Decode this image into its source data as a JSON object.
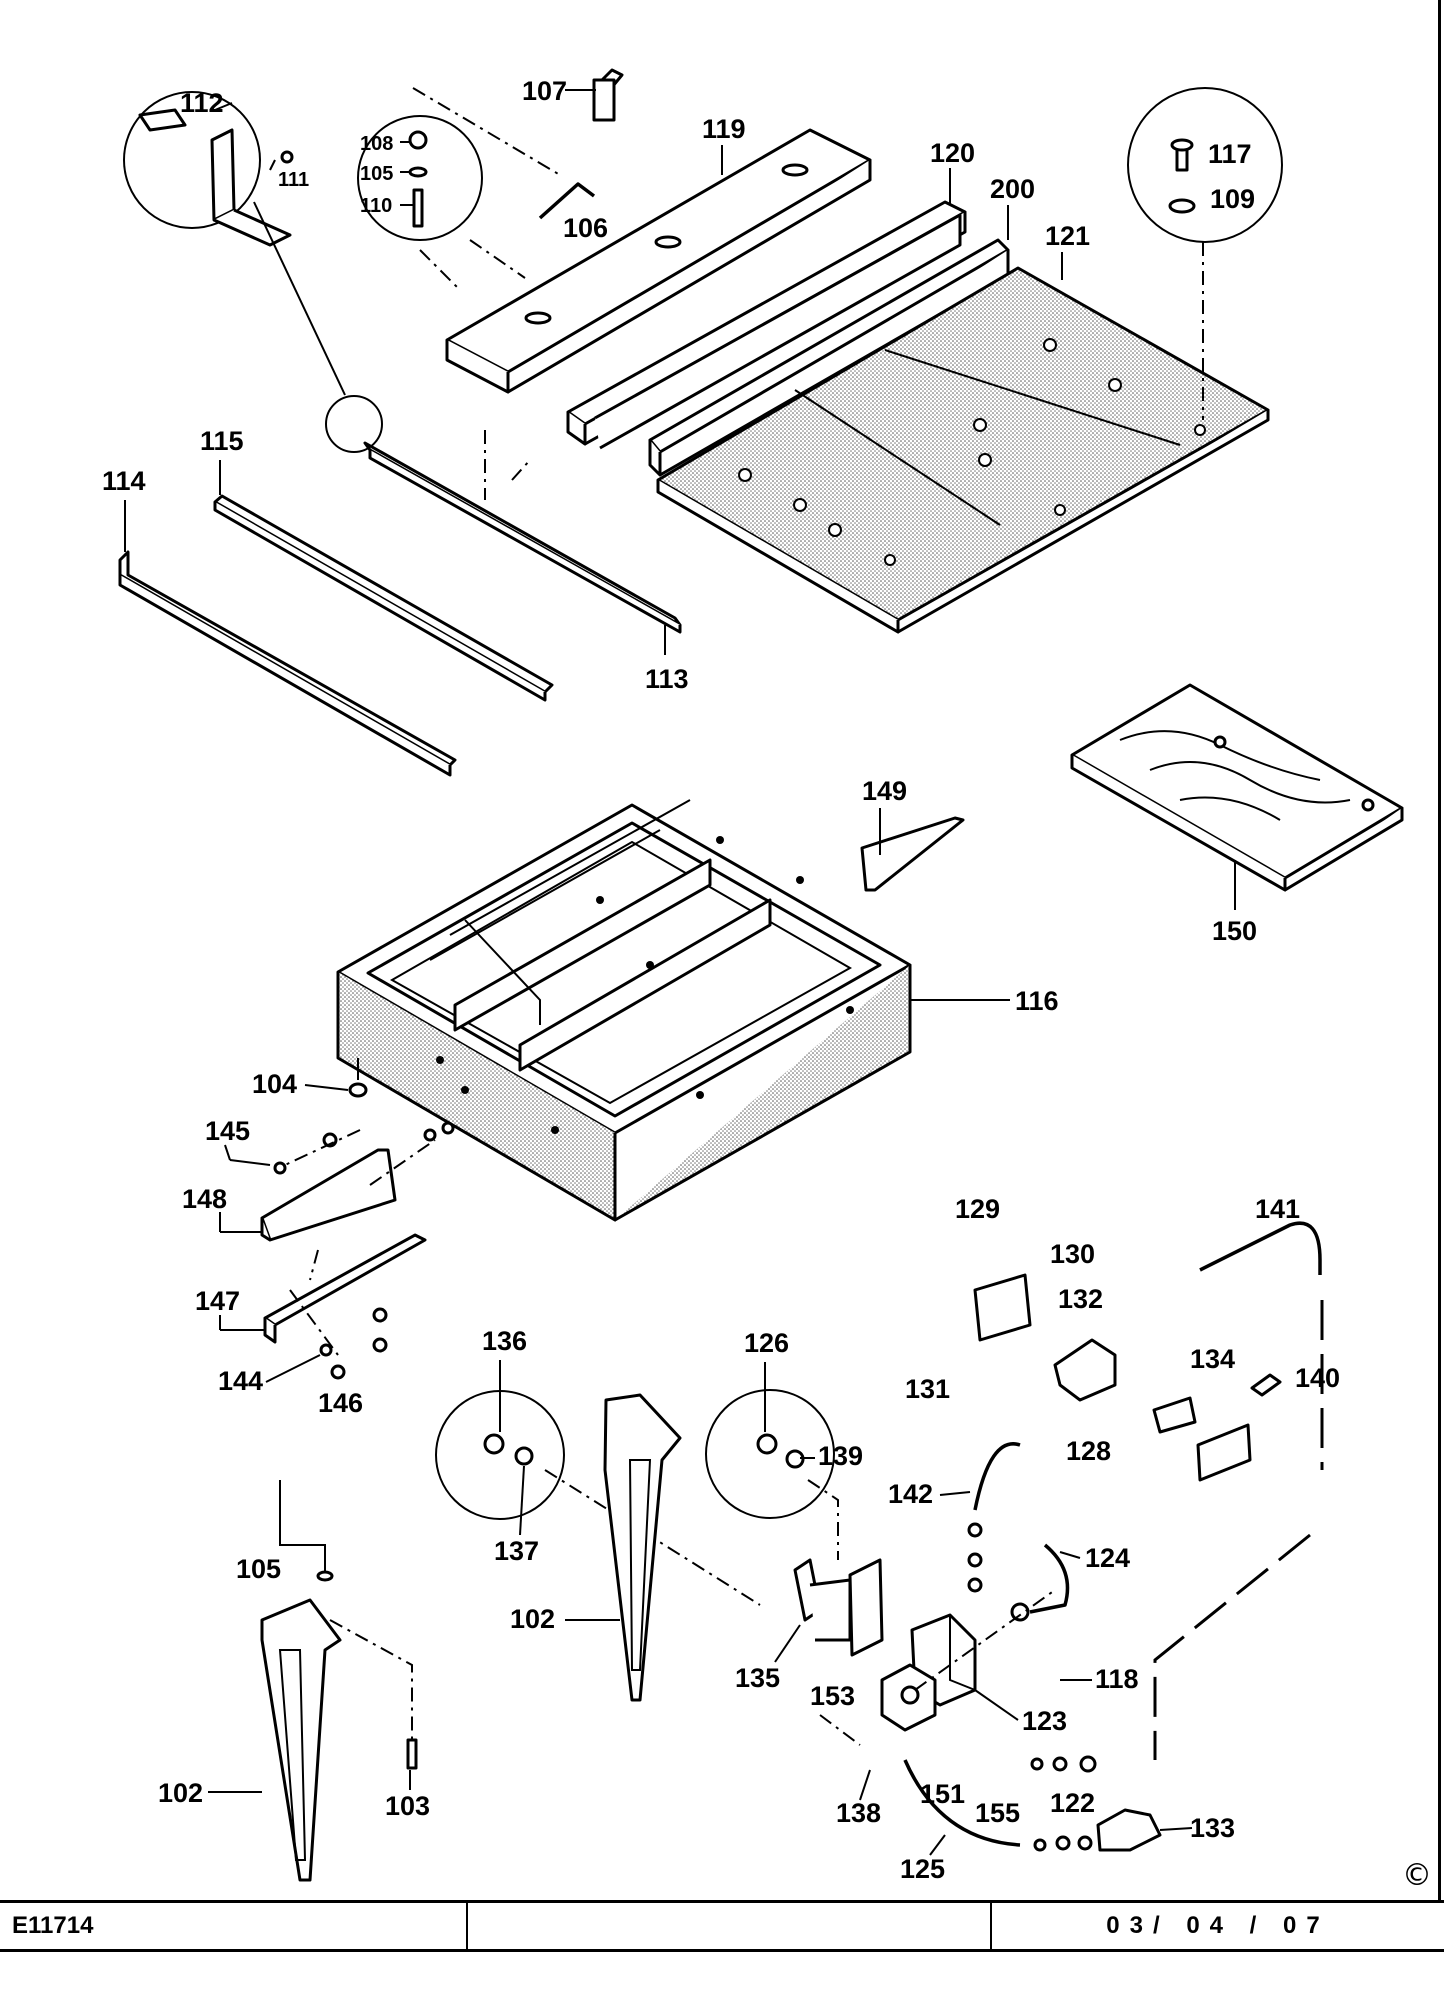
{
  "diagram": {
    "part_labels": [
      "107",
      "112",
      "119",
      "111",
      "108",
      "105",
      "110",
      "106",
      "120",
      "200",
      "121",
      "117",
      "109",
      "115",
      "114",
      "113",
      "149",
      "150",
      "116",
      "104",
      "145",
      "148",
      "147",
      "144",
      "146",
      "129",
      "130",
      "141",
      "132",
      "131",
      "134",
      "140",
      "128",
      "136",
      "126",
      "137",
      "139",
      "142",
      "124",
      "102",
      "135",
      "105",
      "153",
      "118",
      "123",
      "103",
      "102",
      "138",
      "151",
      "155",
      "122",
      "133",
      "125"
    ]
  },
  "footer": {
    "drawing_number": "E11714",
    "middle": "",
    "date": "03/ 04 / 07"
  },
  "copyright_symbol": "©"
}
